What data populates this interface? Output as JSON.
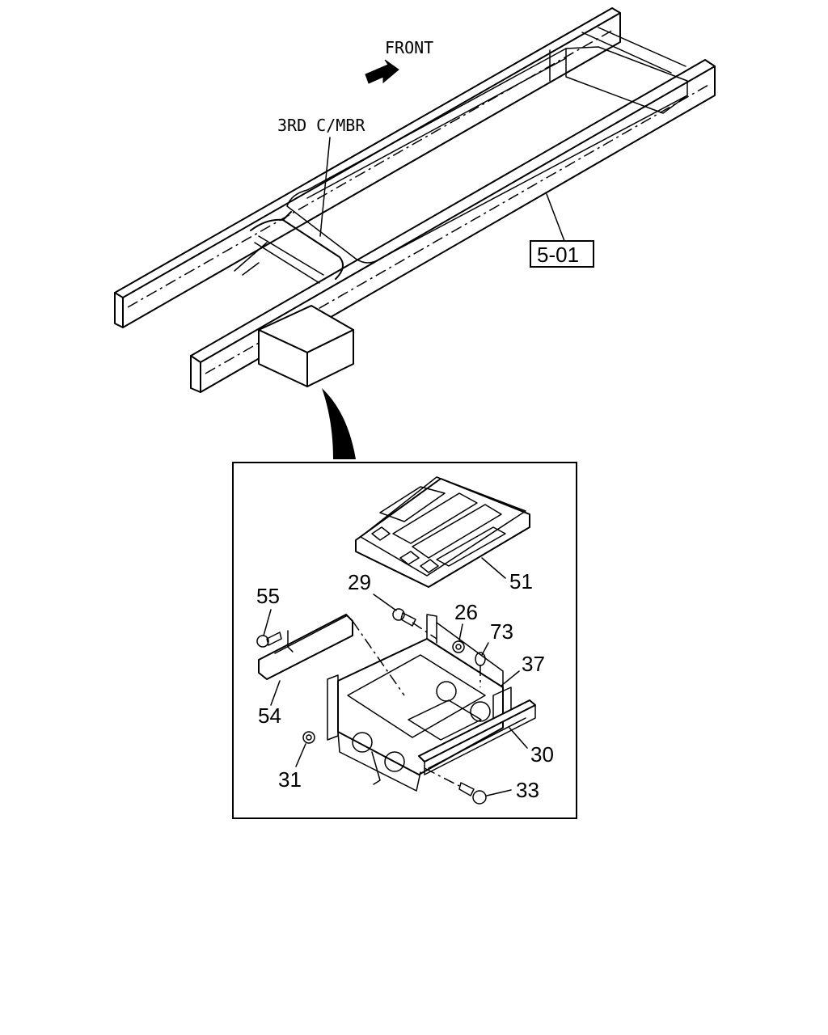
{
  "labels": {
    "front": "FRONT",
    "cross_member": "3RD C/MBR",
    "frame_ref": "5-01"
  },
  "callouts": {
    "p51": "51",
    "p29": "29",
    "p26": "26",
    "p73": "73",
    "p55": "55",
    "p37": "37",
    "p54": "54",
    "p30": "30",
    "p31": "31",
    "p33": "33"
  },
  "icons": {
    "direction_arrow": "front-arrow-icon",
    "pointer": "detail-pointer-icon"
  },
  "colors": {
    "ink": "#000000",
    "paper": "#ffffff"
  }
}
